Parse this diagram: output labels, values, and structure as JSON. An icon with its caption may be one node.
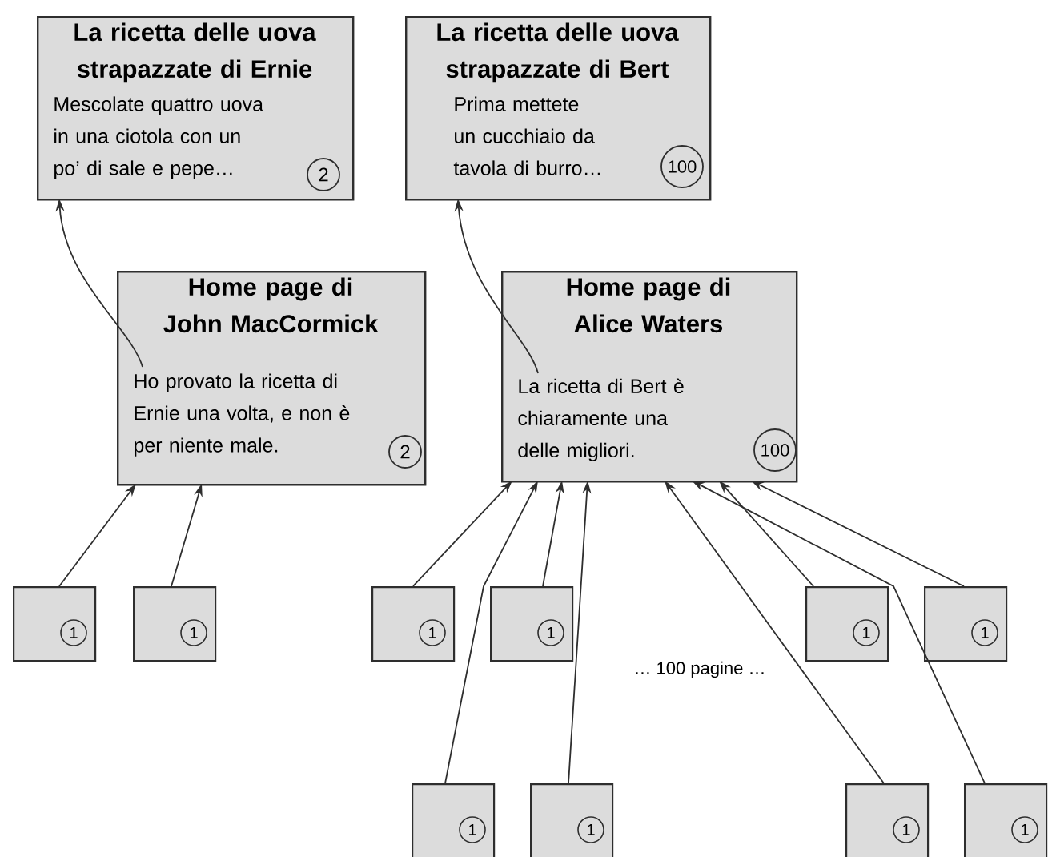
{
  "diagram": {
    "nodes": [
      {
        "text": [
          "La ricetta delle uova strapazzate di Ernie",
          "Mescolate quattro uova in una ciotola con un po’ di sale e pepe…",
          "2"
        ]
      },
      {
        "text": [
          "La ricetta delle uova strapazzate di Bert",
          "Prima mettete un cucchiaio da tavola di burro…",
          "100"
        ]
      },
      {
        "text": [
          "Home page di John MacCormick",
          "Ho provato la ricetta di Ernie una volta, e non è per niente male.",
          "2"
        ]
      },
      {
        "text": [
          "Home page di Alice Waters",
          "La ricetta di Bert è chiaramente una delle migliori.",
          "100"
        ]
      },
      {
        "text": [
          "1"
        ]
      },
      {
        "text": [
          "1"
        ]
      },
      {
        "text": [
          "1"
        ]
      },
      {
        "text": [
          "1"
        ]
      },
      {
        "text": [
          "1"
        ]
      },
      {
        "text": [
          "1"
        ]
      },
      {
        "text": [
          "1"
        ]
      },
      {
        "text": [
          "1"
        ]
      },
      {
        "text": [
          "1"
        ]
      },
      {
        "text": [
          "1"
        ]
      }
    ],
    "edges": [
      {
        "from": 2,
        "to": 0,
        "arrow": "to"
      },
      {
        "from": 3,
        "to": 1,
        "arrow": "to"
      },
      {
        "from": 4,
        "to": 2,
        "arrow": "to"
      },
      {
        "from": 5,
        "to": 2,
        "arrow": "to"
      },
      {
        "from": 6,
        "to": 3,
        "arrow": "to"
      },
      {
        "from": 10,
        "to": 3,
        "arrow": "to"
      },
      {
        "from": 7,
        "to": 3,
        "arrow": "to"
      },
      {
        "from": 11,
        "to": 3,
        "arrow": "to"
      },
      {
        "from": 12,
        "to": 3,
        "arrow": "to"
      },
      {
        "from": 13,
        "to": 3,
        "arrow": "to"
      },
      {
        "from": 8,
        "to": 3,
        "arrow": "to"
      },
      {
        "from": 9,
        "to": 3,
        "arrow": "to"
      }
    ],
    "labels": [
      "… 100 pagine …"
    ]
  }
}
